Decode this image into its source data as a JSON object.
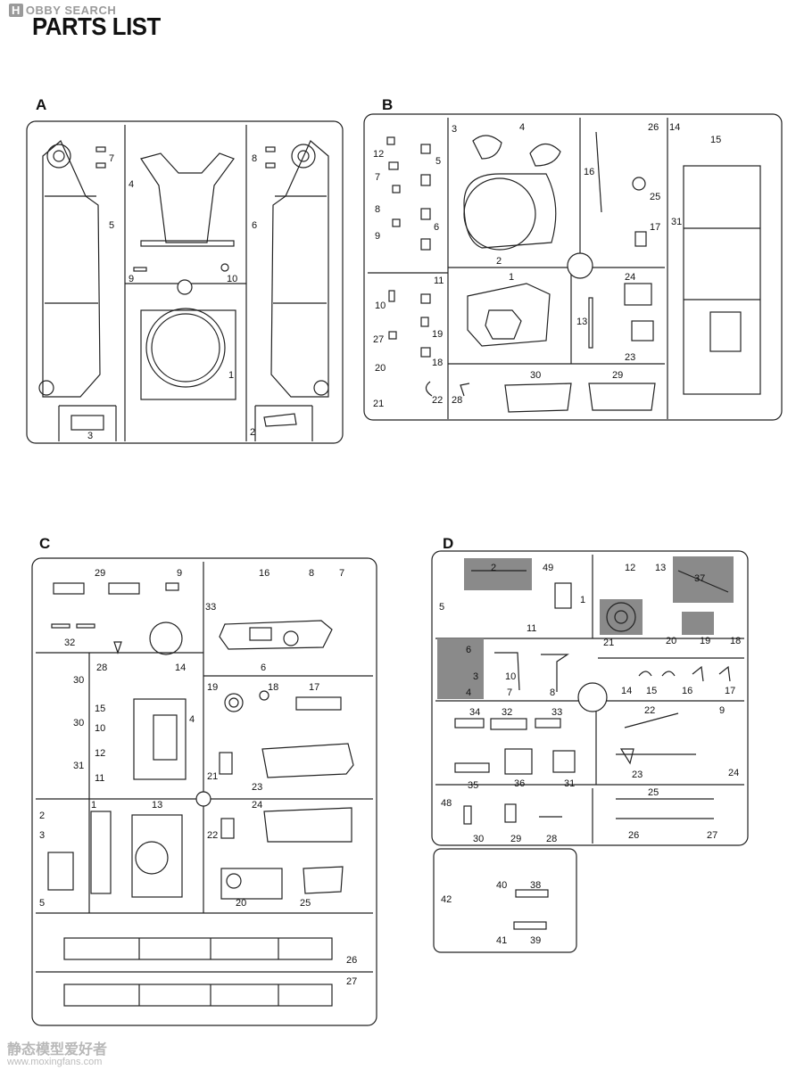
{
  "watermark_top": {
    "badge": "H",
    "text": "OBBY SEARCH"
  },
  "page_title": "PARTS LIST",
  "sprues": {
    "A": {
      "letter": "A",
      "parts": [
        "7",
        "8",
        "4",
        "5",
        "6",
        "9",
        "10",
        "1",
        "3",
        "2"
      ]
    },
    "B": {
      "letter": "B",
      "parts": [
        "3",
        "4",
        "26",
        "14",
        "15",
        "12",
        "5",
        "7",
        "16",
        "25",
        "8",
        "6",
        "17",
        "31",
        "9",
        "2",
        "11",
        "1",
        "24",
        "10",
        "19",
        "13",
        "27",
        "18",
        "20",
        "23",
        "30",
        "29",
        "21",
        "22",
        "28"
      ]
    },
    "C": {
      "letter": "C",
      "parts": [
        "29",
        "9",
        "16",
        "8",
        "7",
        "33",
        "32",
        "28",
        "14",
        "6",
        "30",
        "19",
        "18",
        "17",
        "15",
        "4",
        "10",
        "30",
        "12",
        "31",
        "11",
        "21",
        "23",
        "2",
        "1",
        "13",
        "24",
        "3",
        "22",
        "5",
        "20",
        "25",
        "26",
        "27"
      ]
    },
    "D": {
      "letter": "D",
      "parts": [
        "2",
        "49",
        "12",
        "13",
        "37",
        "5",
        "1",
        "11",
        "21",
        "20",
        "19",
        "18",
        "6",
        "3",
        "10",
        "4",
        "7",
        "8",
        "14",
        "15",
        "16",
        "17",
        "34",
        "32",
        "33",
        "22",
        "9",
        "35",
        "36",
        "31",
        "23",
        "24",
        "48",
        "30",
        "29",
        "28",
        "25",
        "26",
        "27",
        "42",
        "40",
        "38",
        "41",
        "39"
      ]
    }
  },
  "watermark_bottom": {
    "text": "静态模型爱好者",
    "url": "www.moxingfans.com"
  },
  "colors": {
    "line": "#222222",
    "shade": "#8a8a8a",
    "watermark": "#b8b8b8"
  }
}
